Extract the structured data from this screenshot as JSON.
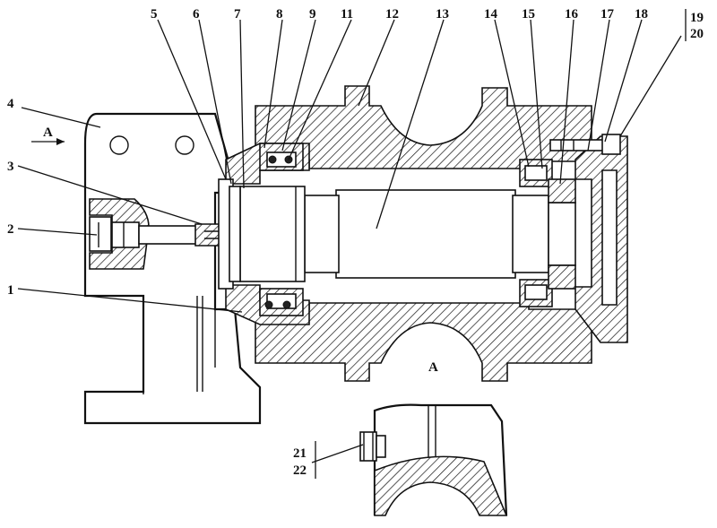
{
  "callouts": {
    "c1": "1",
    "c2": "2",
    "c3": "3",
    "c4": "4",
    "c5": "5",
    "c6": "6",
    "c7": "7",
    "c8": "8",
    "c9": "9",
    "c11": "11",
    "c12": "12",
    "c13": "13",
    "c14": "14",
    "c15": "15",
    "c16": "16",
    "c17": "17",
    "c18": "18",
    "c19": "19",
    "c20": "20",
    "c21": "21",
    "c22": "22"
  },
  "view_marks": {
    "arrow_label": "A",
    "section_label": "A"
  }
}
